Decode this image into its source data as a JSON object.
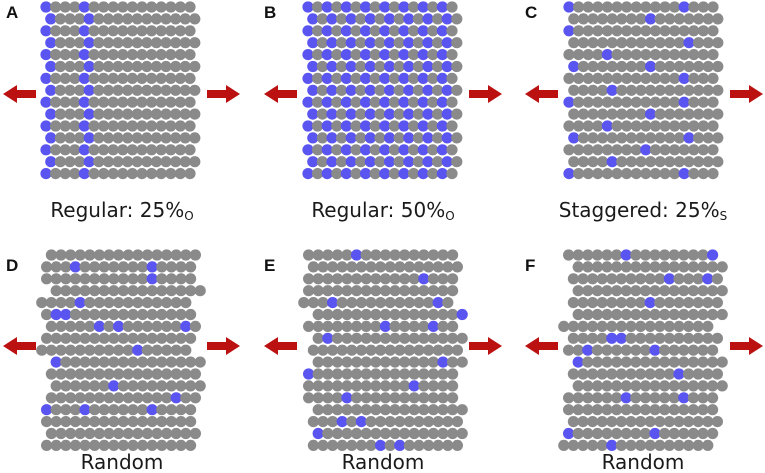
{
  "colors": {
    "atom": "#8a8a8a",
    "solute": "#5a55f0",
    "arrow": "#bb1111",
    "text": "#1a1a1a"
  },
  "legend_semantics": {
    "atom": "gray circle",
    "solute": "blue circle",
    "arrows": "red arrows pointing left and right"
  },
  "panels": [
    {
      "letter": "A",
      "caption_main": "Regular: 25%",
      "caption_sub": "O",
      "pattern": "regular",
      "blue_column_fraction": 0.25,
      "rows": 15,
      "cols": 16,
      "jagged": false
    },
    {
      "letter": "B",
      "caption_main": "Regular: 50%",
      "caption_sub": "O",
      "pattern": "regular",
      "blue_column_fraction": 0.5,
      "rows": 15,
      "cols": 16,
      "jagged": false
    },
    {
      "letter": "C",
      "caption_main": "Staggered: 25%",
      "caption_sub": "S",
      "pattern": "staggered",
      "rows": 15,
      "cols": 16,
      "jagged": false
    },
    {
      "letter": "D",
      "caption_main": "Random",
      "caption_sub": "",
      "pattern": "random",
      "seed": 11,
      "blue_count": 16,
      "rows": 17,
      "cols": 16,
      "jagged": true
    },
    {
      "letter": "E",
      "caption_main": "Random",
      "caption_sub": "",
      "pattern": "random",
      "seed": 29,
      "blue_count": 17,
      "rows": 17,
      "cols": 16,
      "jagged": true
    },
    {
      "letter": "F",
      "caption_main": "Random",
      "caption_sub": "",
      "pattern": "random",
      "seed": 47,
      "blue_count": 16,
      "rows": 17,
      "cols": 16,
      "jagged": true
    }
  ]
}
